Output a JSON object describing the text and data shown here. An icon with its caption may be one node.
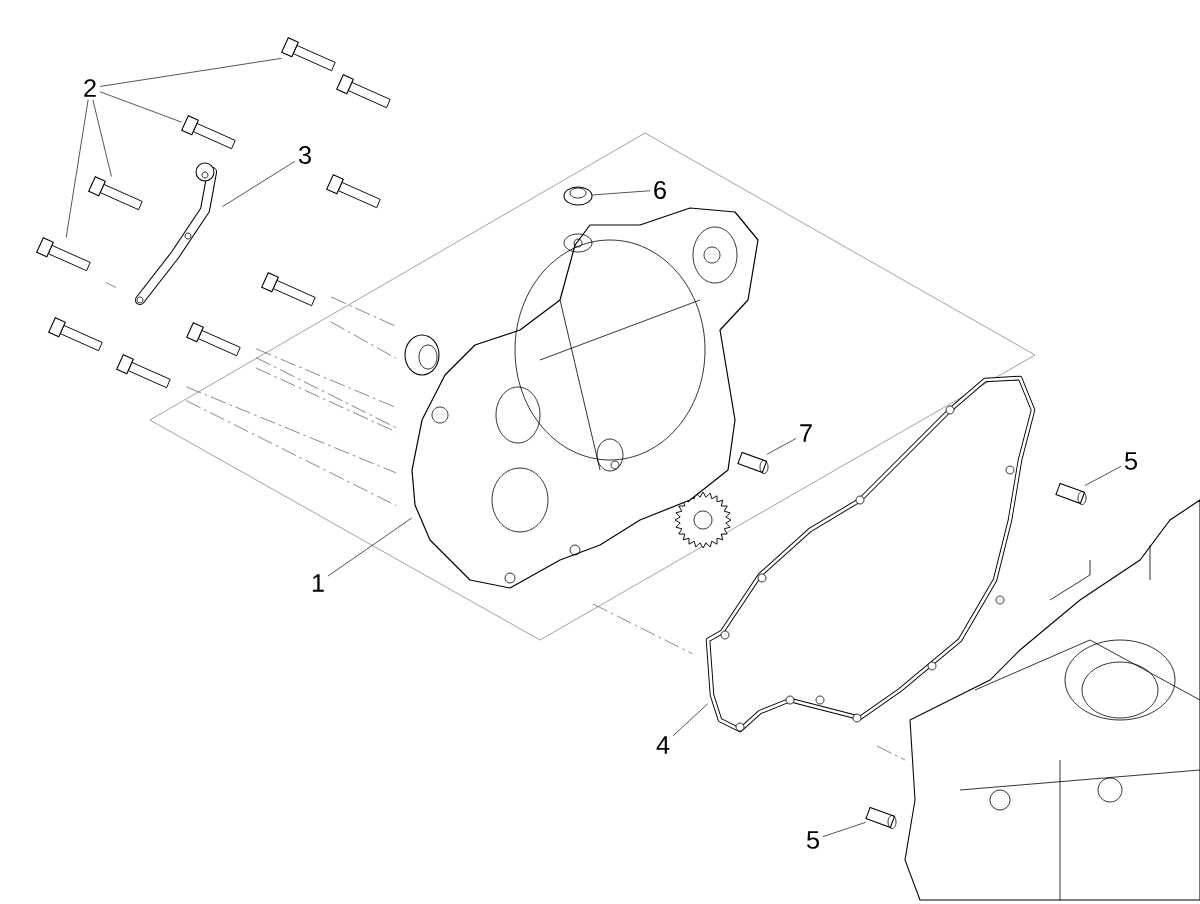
{
  "diagram": {
    "nodes": [
      {
        "text": [
          "2"
        ]
      },
      {
        "text": [
          "3"
        ]
      },
      {
        "text": [
          "6"
        ]
      },
      {
        "text": [
          "7"
        ]
      },
      {
        "text": [
          "5"
        ]
      },
      {
        "text": [
          "1"
        ]
      },
      {
        "text": [
          "4"
        ]
      },
      {
        "text": [
          "5"
        ]
      },
      {
        "text": [],
        "shape": "picture"
      },
      {
        "text": [],
        "shape": "picture"
      },
      {
        "text": [],
        "shape": "picture"
      },
      {
        "text": [],
        "shape": "picture"
      },
      {
        "text": [],
        "shape": "picture"
      },
      {
        "text": [],
        "shape": "picture"
      },
      {
        "text": [],
        "shape": "picture"
      },
      {
        "text": [],
        "shape": "picture"
      },
      {
        "text": [],
        "shape": "picture"
      },
      {
        "text": [],
        "shape": "picture"
      },
      {
        "text": [],
        "shape": "picture"
      },
      {
        "text": [],
        "shape": "picture"
      },
      {
        "text": [],
        "shape": "picture"
      },
      {
        "text": [],
        "shape": "picture"
      },
      {
        "text": [],
        "shape": "picture"
      },
      {
        "text": [],
        "shape": "picture"
      },
      {
        "text": [],
        "shape": "picture"
      }
    ],
    "edges": [
      {
        "from": 0,
        "to": 8,
        "arrow": "none"
      },
      {
        "from": 0,
        "to": 9,
        "arrow": "none"
      },
      {
        "from": 0,
        "to": 10,
        "arrow": "none"
      },
      {
        "from": 0,
        "to": 11,
        "arrow": "none"
      },
      {
        "from": 1,
        "to": 12,
        "arrow": "none"
      },
      {
        "from": 2,
        "to": 13,
        "arrow": "none"
      },
      {
        "from": 3,
        "to": 14,
        "arrow": "none"
      },
      {
        "from": 4,
        "to": 15,
        "arrow": "none"
      },
      {
        "from": 5,
        "to": 16,
        "arrow": "none"
      },
      {
        "from": 6,
        "to": 17,
        "arrow": "none"
      },
      {
        "from": 7,
        "to": 18,
        "arrow": "none"
      }
    ]
  }
}
